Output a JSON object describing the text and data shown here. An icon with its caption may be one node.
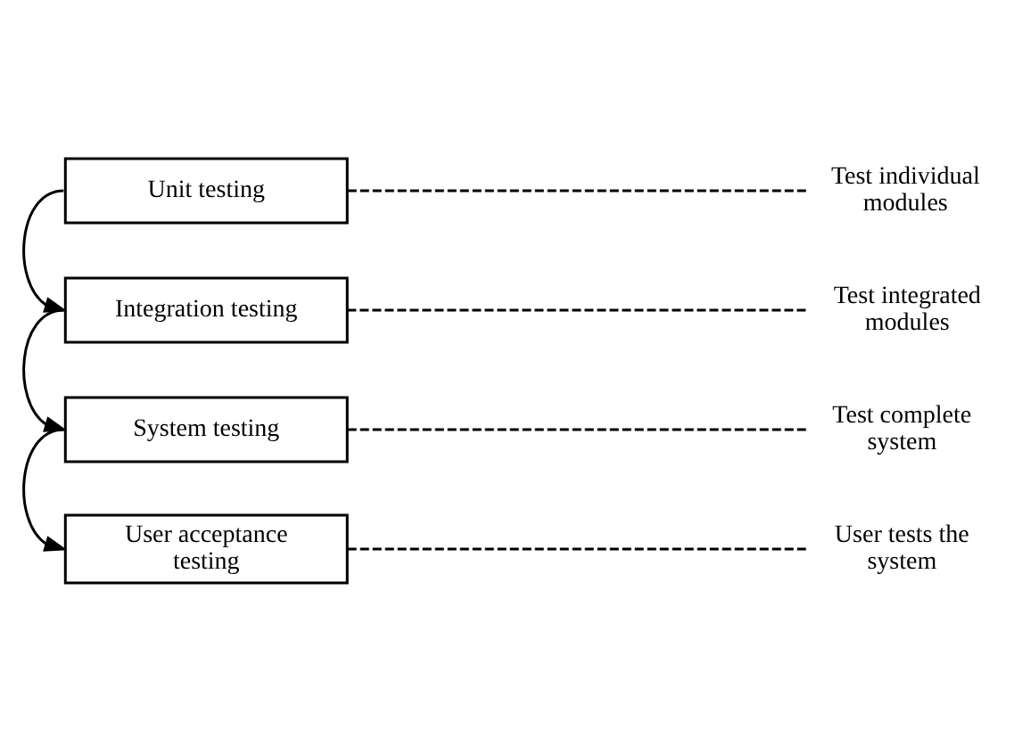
{
  "diagram": {
    "nodes": [
      {
        "text": [
          "Unit testing"
        ]
      },
      {
        "text": [
          "Integration testing"
        ]
      },
      {
        "text": [
          "System testing"
        ]
      },
      {
        "text": [
          "User acceptance testing"
        ]
      },
      {
        "text": [
          "Test individual modules"
        ]
      },
      {
        "text": [
          "Test integrated modules"
        ]
      },
      {
        "text": [
          "Test complete system"
        ]
      },
      {
        "text": [
          "User tests the system"
        ]
      }
    ],
    "edges": [
      {
        "from": 0,
        "to": 1,
        "arrow": "to"
      },
      {
        "from": 1,
        "to": 2,
        "arrow": "to"
      },
      {
        "from": 2,
        "to": 3,
        "arrow": "to"
      },
      {
        "from": 0,
        "to": 4,
        "arrow": "none",
        "style": "dashed"
      },
      {
        "from": 1,
        "to": 5,
        "arrow": "none",
        "style": "dashed"
      },
      {
        "from": 2,
        "to": 6,
        "arrow": "none",
        "style": "dashed"
      },
      {
        "from": 3,
        "to": 7,
        "arrow": "none",
        "style": "dashed"
      }
    ]
  }
}
